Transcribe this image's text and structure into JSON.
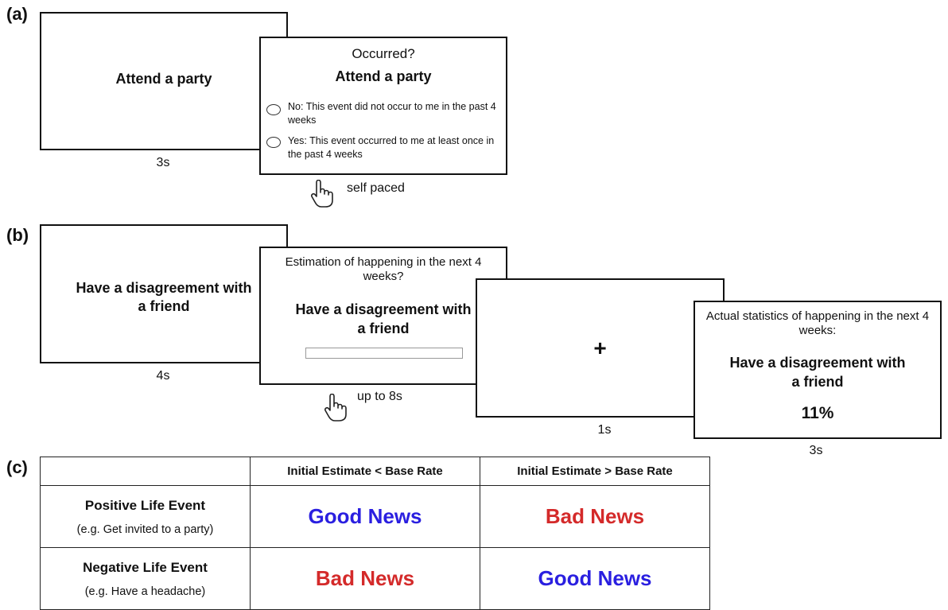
{
  "panel_a": {
    "label": "(a)",
    "screen1": {
      "text": "Attend a party",
      "duration": "3s"
    },
    "screen2": {
      "question": "Occurred?",
      "event": "Attend a party",
      "option_no": "No: This event did not occur to me in the past 4 weeks",
      "option_yes": "Yes: This event occurred to me at least once in the past 4 weeks",
      "duration": "self paced"
    }
  },
  "panel_b": {
    "label": "(b)",
    "screen1": {
      "text": "Have a disagreement with a friend",
      "duration": "4s"
    },
    "screen2": {
      "question": "Estimation of happening in the next 4 weeks?",
      "event": "Have a disagreement with a friend",
      "duration": "up to 8s"
    },
    "screen3": {
      "symbol": "+",
      "duration": "1s"
    },
    "screen4": {
      "question": "Actual statistics of happening in the next 4 weeks:",
      "event": "Have a disagreement with a friend",
      "value": "11%",
      "duration": "3s"
    }
  },
  "panel_c": {
    "label": "(c)",
    "col_headers": [
      "Initial Estimate < Base Rate",
      "Initial Estimate > Base Rate"
    ],
    "rows": [
      {
        "title": "Positive Life Event",
        "example": "(e.g. Get invited to a party)",
        "cells": [
          "Good News",
          "Bad News"
        ]
      },
      {
        "title": "Negative Life Event",
        "example": "(e.g. Have a headache)",
        "cells": [
          "Bad News",
          "Good News"
        ]
      }
    ]
  },
  "colors": {
    "good_news": "#2a1fe0",
    "bad_news": "#d42a2a"
  },
  "icons": {
    "pointer": "hand-pointer-icon"
  }
}
